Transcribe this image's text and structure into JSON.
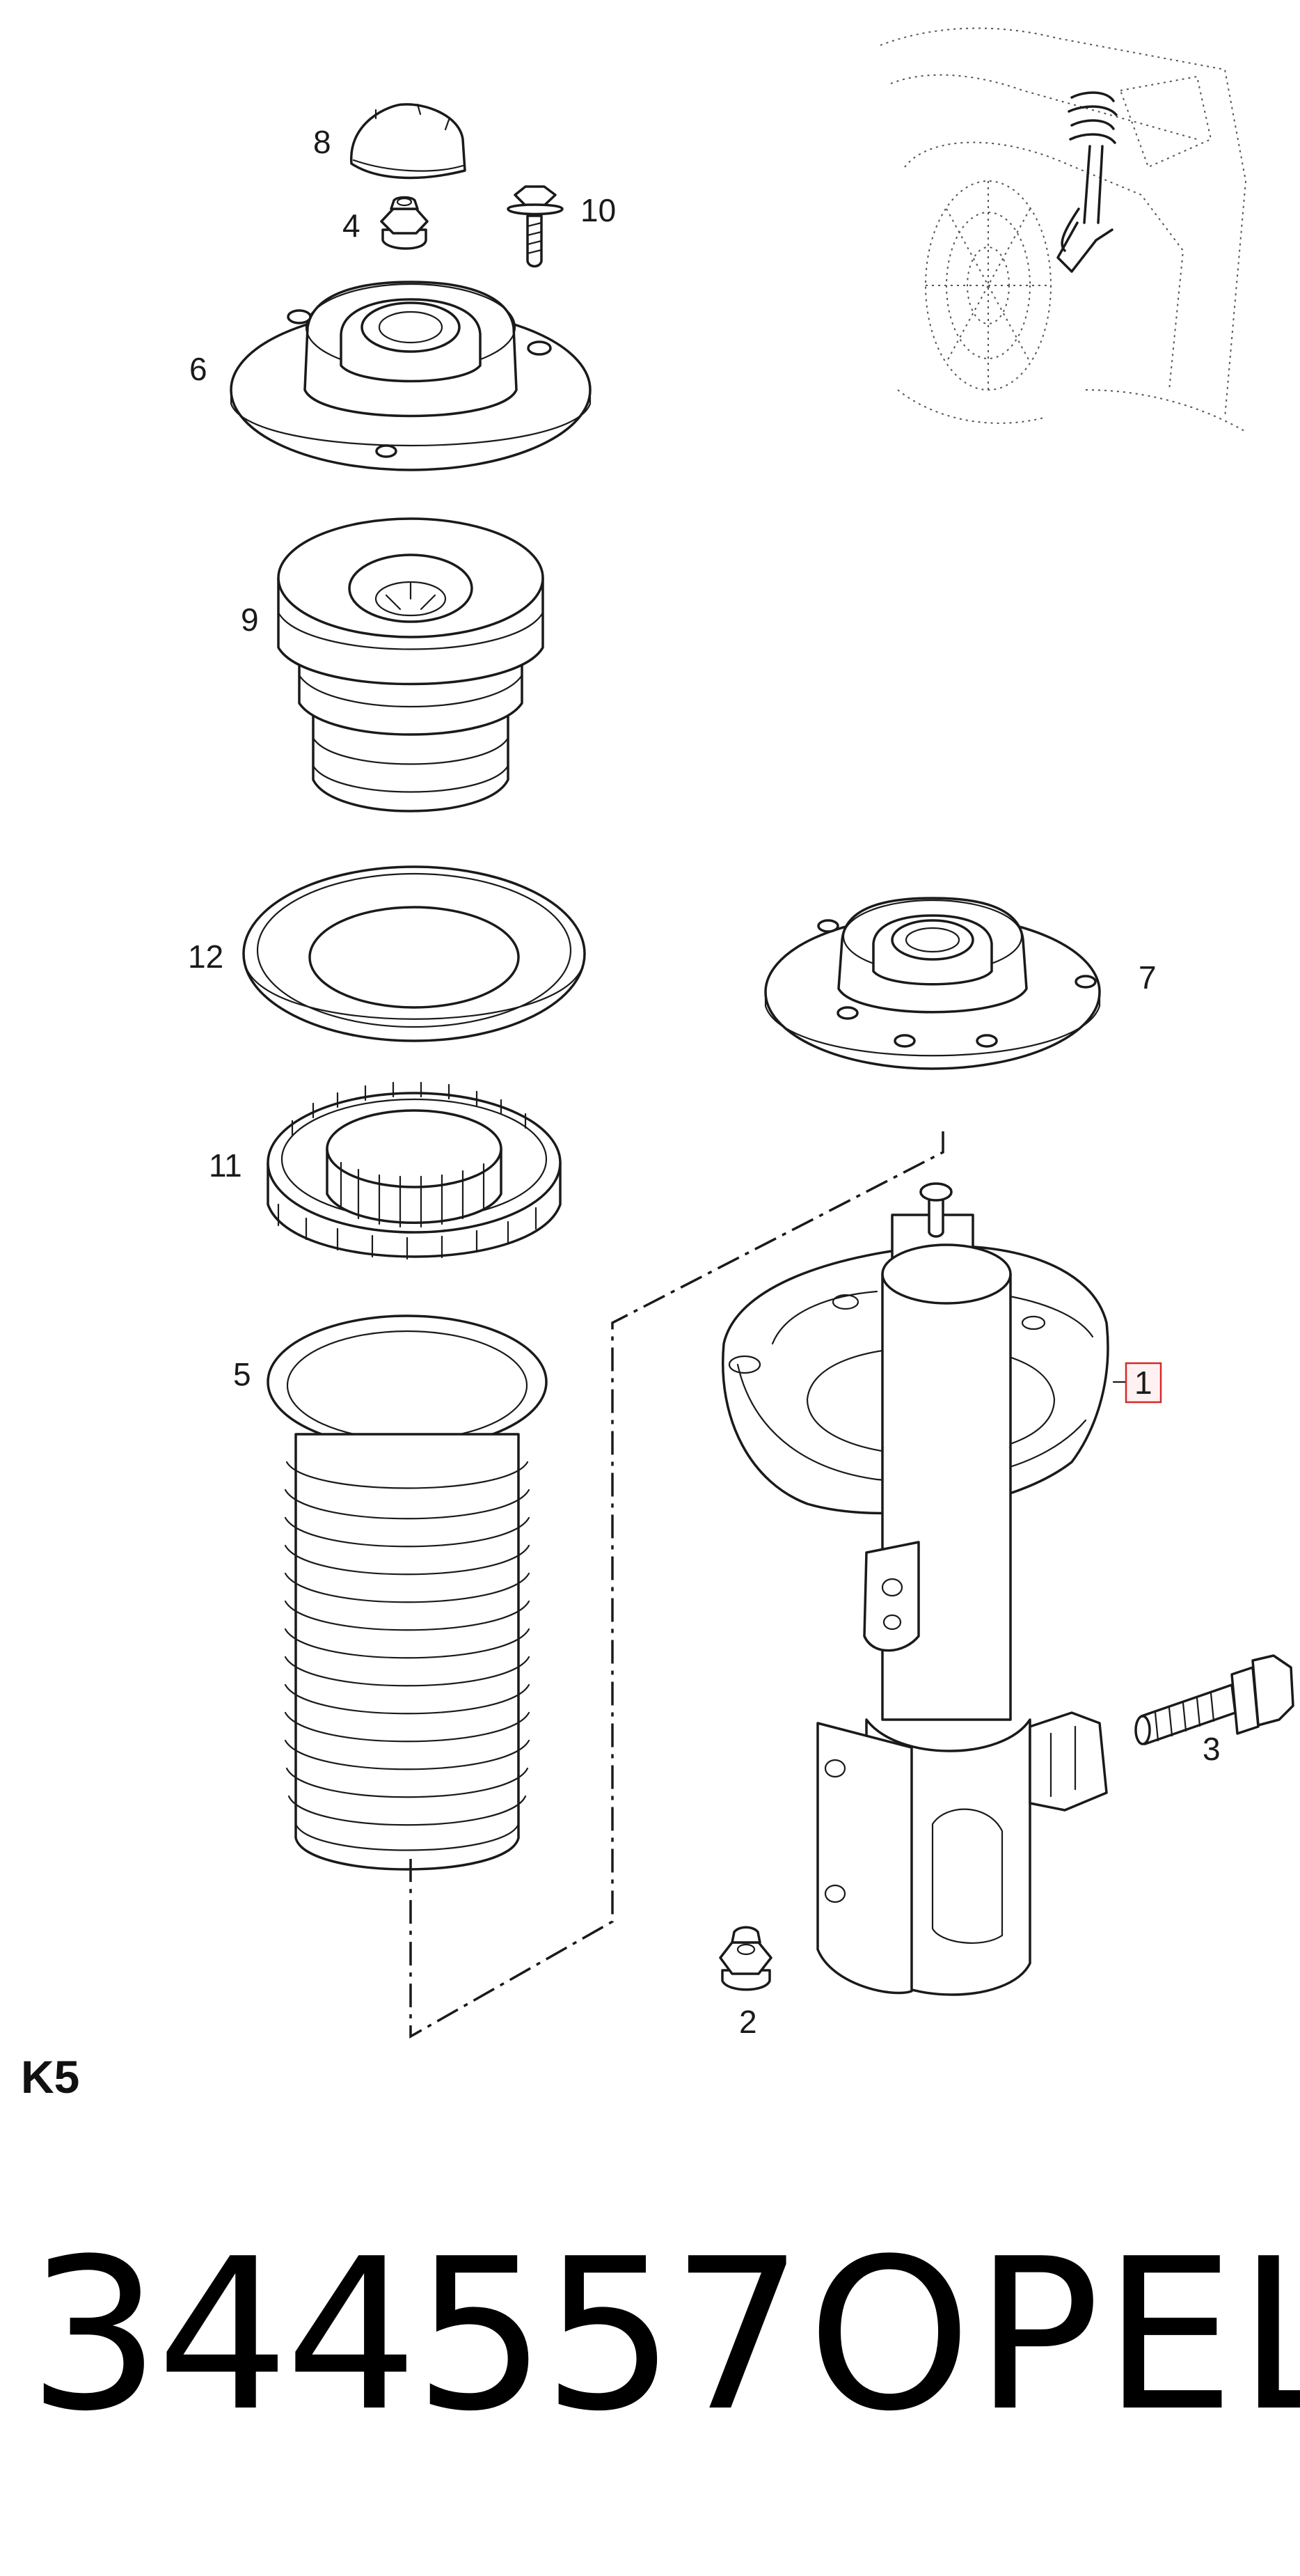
{
  "callouts": [
    {
      "id": "8",
      "text": "8"
    },
    {
      "id": "4",
      "text": "4"
    },
    {
      "id": "10",
      "text": "10"
    },
    {
      "id": "6",
      "text": "6"
    },
    {
      "id": "9",
      "text": "9"
    },
    {
      "id": "12",
      "text": "12"
    },
    {
      "id": "7",
      "text": "7"
    },
    {
      "id": "11",
      "text": "11"
    },
    {
      "id": "5",
      "text": "5"
    },
    {
      "id": "1",
      "text": "1"
    },
    {
      "id": "3",
      "text": "3"
    },
    {
      "id": "2",
      "text": "2"
    }
  ],
  "highlighted_callout": "1",
  "highlight_color": "#d42a2a",
  "footer": {
    "code": "K5",
    "part_number": "344557",
    "brand": "OPEL"
  }
}
